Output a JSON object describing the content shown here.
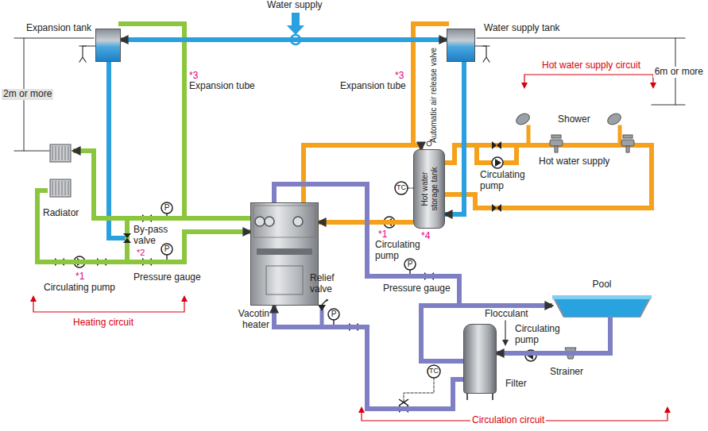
{
  "diagram": {
    "nodes": [
      {
        "text": [
          "Expansion tank"
        ]
      },
      {
        "text": [
          "Water supply tank"
        ]
      },
      {
        "text": [
          "Radiator"
        ]
      },
      {
        "text": [
          "Vacotin heater"
        ]
      },
      {
        "text": [
          "Hot water storage tank"
        ]
      },
      {
        "text": [
          "Pool"
        ]
      },
      {
        "text": [
          "Filter"
        ]
      }
    ],
    "edges": [
      {
        "from": 1,
        "to": 0,
        "arrow": "both"
      },
      {
        "from": 3,
        "to": 2,
        "arrow": "to"
      },
      {
        "from": 2,
        "to": 3,
        "arrow": "to"
      },
      {
        "from": 3,
        "to": 4,
        "arrow": "to"
      },
      {
        "from": 4,
        "to": 3,
        "arrow": "to"
      },
      {
        "from": 1,
        "to": 4,
        "arrow": "to"
      },
      {
        "from": 3,
        "to": 5,
        "arrow": "to"
      },
      {
        "from": 5,
        "to": 6,
        "arrow": "to"
      },
      {
        "from": 6,
        "to": 3,
        "arrow": "to"
      }
    ],
    "labels": [
      "Water supply",
      "*3",
      "Expansion tube",
      "*3",
      "Expansion tube",
      "Automatic air release valve",
      "Hot water supply circuit",
      "6m or more",
      "2m or more",
      "Shower",
      "Hot water supply",
      "Circulating pump",
      "TC",
      "*4",
      "P",
      "P",
      "By-pass valve",
      "*2",
      "Pressure gauge",
      "*1",
      "Circulating pump",
      "Heating circuit",
      "*1",
      "Circulating pump",
      "P",
      "Pressure gauge",
      "Relief valve",
      "P",
      "Flocculant",
      "Circulating pump",
      "Strainer",
      "TC",
      "Circulation circuit"
    ]
  }
}
